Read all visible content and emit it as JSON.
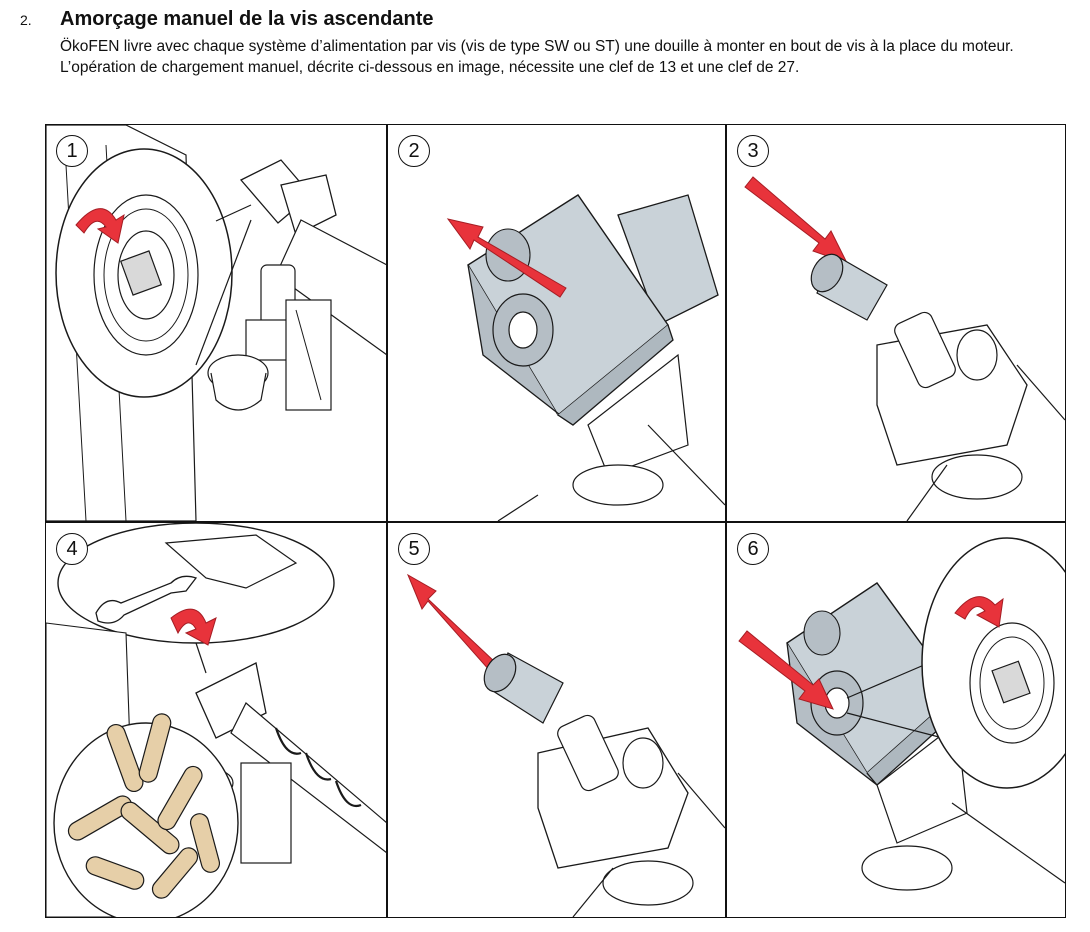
{
  "section": {
    "number": "2.",
    "title": "Amorçage manuel de la vis ascendante",
    "paragraph": "ÖkoFEN livre avec chaque système d’alimentation par vis (vis de type SW ou ST) une douille à monter en bout de vis à la place du moteur. L’opération de chargement manuel, décrite ci-dessous en image, nécessite une clef de 13 et une clef de 27."
  },
  "steps": [
    {
      "number": "1",
      "icon": "rotate-arrow-icon"
    },
    {
      "number": "2",
      "icon": "arrow-out-icon"
    },
    {
      "number": "3",
      "icon": "arrow-in-icon"
    },
    {
      "number": "4",
      "icon": "wrench-rotate-icon"
    },
    {
      "number": "5",
      "icon": "arrow-out-icon"
    },
    {
      "number": "6",
      "icon": "arrow-in-rotate-icon"
    }
  ],
  "colors": {
    "arrow": "#e8333b",
    "arrow_dark": "#a51d24",
    "motor": "#c9d2d8",
    "pellet": "#e6cfa8",
    "line": "#1a1a1a"
  }
}
